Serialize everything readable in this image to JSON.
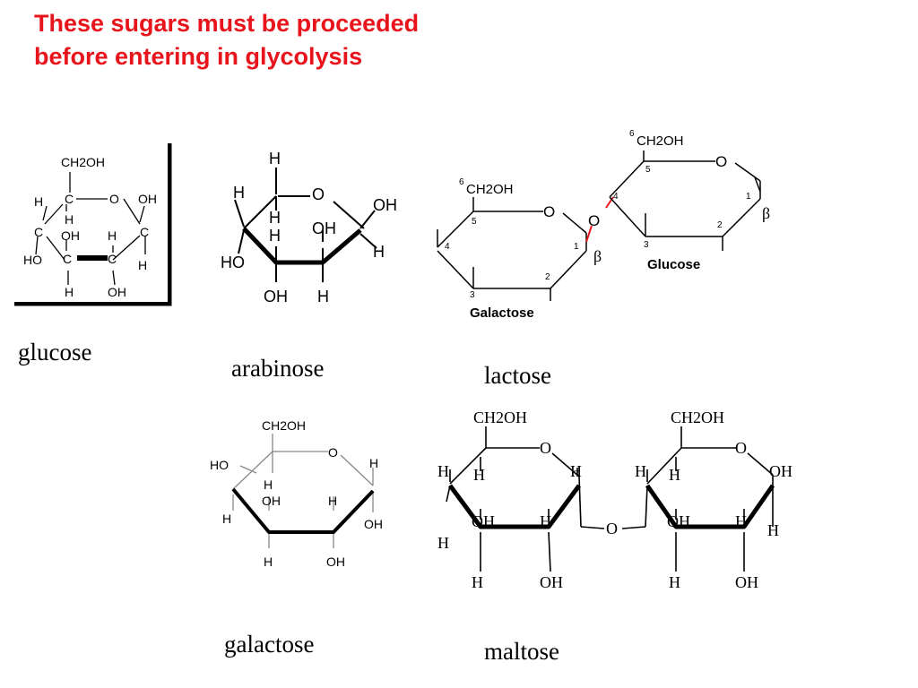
{
  "slide": {
    "title_line1": "These sugars must be proceeded",
    "title_line2": "before entering in glycolysis",
    "title_color": "#e8141c"
  },
  "molecules": {
    "glucose": {
      "caption": "glucose",
      "atoms": [
        "CH2OH",
        "C",
        "O",
        "H",
        "H",
        "OH",
        "C",
        "C",
        "OH",
        "H",
        "C",
        "C",
        "H",
        "HO",
        "H",
        "OH"
      ]
    },
    "arabinose": {
      "caption": "arabinose",
      "atoms": [
        "H",
        "H",
        "O",
        "OH",
        "H",
        "H",
        "OH",
        "H",
        "HO",
        "OH",
        "H"
      ]
    },
    "lactose": {
      "caption": "lactose",
      "glycosidic_oxygen": "O",
      "anomer_labels": [
        "β",
        "β"
      ],
      "galactose_ring": {
        "name": "Galactose",
        "c6_number": "6",
        "c6_group": "CH2OH",
        "ring_oxygen": "O",
        "carbon_numbers": [
          "1",
          "2",
          "3",
          "4",
          "5"
        ]
      },
      "glucose_ring": {
        "name": "Glucose",
        "c6_number": "6",
        "c6_group": "CH2OH",
        "ring_oxygen": "O",
        "carbon_numbers": [
          "1",
          "2",
          "3",
          "4",
          "5"
        ]
      },
      "bond_color": "#e8141c"
    },
    "galactose": {
      "caption": "galactose",
      "atoms": [
        "CH2OH",
        "HO",
        "O",
        "H",
        "H",
        "OH",
        "H",
        "H",
        "OH",
        "H",
        "OH"
      ]
    },
    "maltose": {
      "caption": "maltose",
      "left_ring": [
        "CH2OH",
        "O",
        "H",
        "H",
        "H",
        "OH",
        "H",
        "H",
        "H",
        "OH"
      ],
      "bridge_oxygen": "O",
      "right_ring": [
        "CH2OH",
        "O",
        "OH",
        "H",
        "H",
        "OH",
        "H",
        "H",
        "H",
        "OH"
      ]
    }
  }
}
